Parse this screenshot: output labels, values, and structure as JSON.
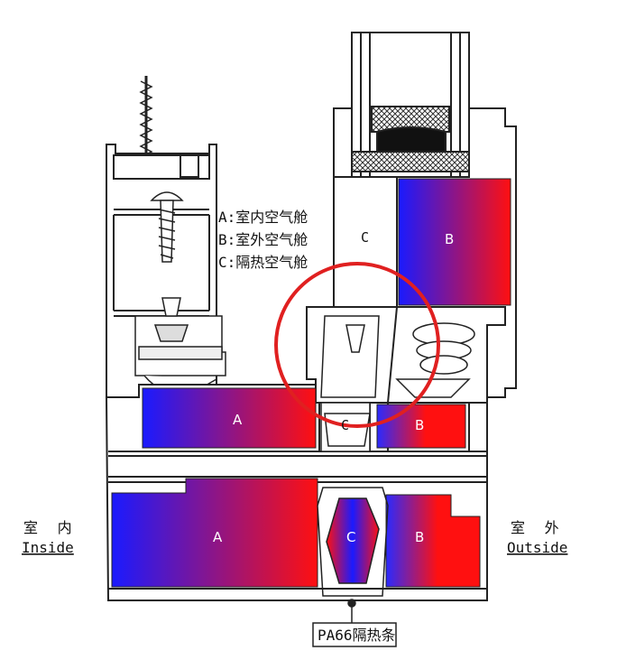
{
  "colors": {
    "indoor_blue": "#1a1aff",
    "outdoor_red": "#ff1010",
    "highlight_circle": "#e02020",
    "profile_outline": "#222222"
  },
  "legend": [
    "A:室内空气舱",
    "B:室外空气舱",
    "C:隔热空气舱"
  ],
  "chambers": {
    "a": "A",
    "b": "B",
    "c": "C"
  },
  "sides": {
    "inside_cn": "室 内",
    "inside_en": "Inside",
    "outside_cn": "室 外",
    "outside_en": "Outside"
  },
  "strip_label": "PA66隔热条"
}
